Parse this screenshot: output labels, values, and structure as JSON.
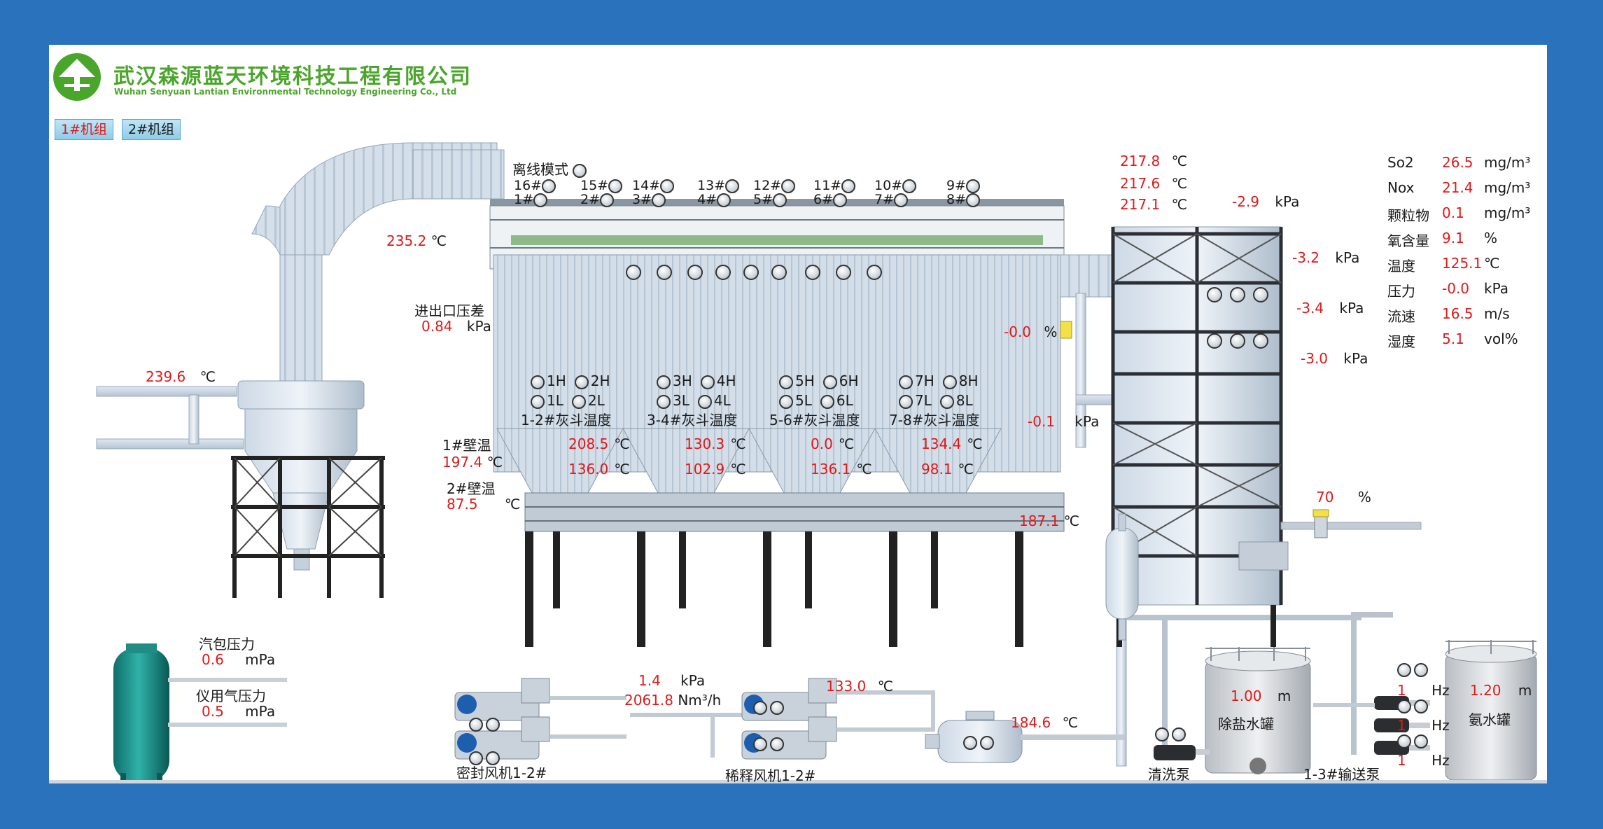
{
  "company": {
    "name_cn": "武汉森源蓝天环境科技工程有限公司",
    "name_en": "Wuhan Senyuan Lantian Environmental Technology Engineering Co., Ltd"
  },
  "units_tabs": [
    {
      "label": "1#机组",
      "active": true
    },
    {
      "label": "2#机组",
      "active": false
    }
  ],
  "offline_mode_label": "离线模式",
  "valve_row1": [
    "16#",
    "15#",
    "14#",
    "13#",
    "12#",
    "11#",
    "10#",
    "9#"
  ],
  "valve_row2": [
    "1#",
    "2#",
    "3#",
    "4#",
    "5#",
    "6#",
    "7#",
    "8#"
  ],
  "cyclone": {
    "inlet_temp": "239.6",
    "inlet_unit": "℃"
  },
  "duct": {
    "temp": "235.2",
    "temp_unit": "℃"
  },
  "pressure_diff": {
    "label": "进出口压差",
    "value": "0.84",
    "unit": "kPa"
  },
  "hoppers": [
    {
      "row1": [
        "1H",
        "2H"
      ],
      "row2": [
        "1L",
        "2L"
      ],
      "title": "1-2#灰斗温度",
      "t1": "208.5",
      "t2": "136.0"
    },
    {
      "row1": [
        "3H",
        "4H"
      ],
      "row2": [
        "3L",
        "4L"
      ],
      "title": "3-4#灰斗温度",
      "t1": "130.3",
      "t2": "102.9"
    },
    {
      "row1": [
        "5H",
        "6H"
      ],
      "row2": [
        "5L",
        "6L"
      ],
      "title": "5-6#灰斗温度",
      "t1": "0.0",
      "t2": "136.1"
    },
    {
      "row1": [
        "7H",
        "8H"
      ],
      "row2": [
        "7L",
        "8L"
      ],
      "title": "7-8#灰斗温度",
      "t1": "134.4",
      "t2": "98.1"
    }
  ],
  "wall_temp": {
    "label1": "1#壁温",
    "value1": "197.4",
    "unit1": "℃",
    "label2": "2#壁温",
    "value2": "87.5",
    "unit2": "℃"
  },
  "deg": "℃",
  "damper_pct": {
    "value": "-0.0",
    "unit": "%"
  },
  "pipe_pressure": {
    "value": "-0.1",
    "unit": "kPa"
  },
  "before_tower_temp": {
    "value": "187.1",
    "unit": "℃"
  },
  "tower": {
    "top_temps": [
      "217.8",
      "217.6",
      "217.1"
    ],
    "top_pressure": "-2.9",
    "pressures": [
      "-3.2",
      "-3.4",
      "-3.0"
    ],
    "unit_kpa": "kPa"
  },
  "valve_right": {
    "value": "70",
    "unit": "%"
  },
  "emissions": [
    {
      "label": "So2",
      "value": "26.5",
      "unit": "mg/m³"
    },
    {
      "label": "Nox",
      "value": "21.4",
      "unit": "mg/m³"
    },
    {
      "label": "颗粒物",
      "value": "0.1",
      "unit": "mg/m³"
    },
    {
      "label": "氧含量",
      "value": "9.1",
      "unit": "%"
    },
    {
      "label": "温度",
      "value": "125.1",
      "unit": "℃"
    },
    {
      "label": "压力",
      "value": "-0.0",
      "unit": "kPa"
    },
    {
      "label": "流速",
      "value": "16.5",
      "unit": "m/s"
    },
    {
      "label": "湿度",
      "value": "5.1",
      "unit": "vol%"
    }
  ],
  "drum": {
    "label1": "汽包压力",
    "value1": "0.6",
    "unit1": "mPa",
    "label2": "仪用气压力",
    "value2": "0.5",
    "unit2": "mPa"
  },
  "seal_fan": {
    "label": "密封风机1-2#"
  },
  "dilution_fan": {
    "label": "稀释风机1-2#",
    "pressure": "1.4",
    "pressure_unit": "kPa",
    "flow": "2061.8",
    "flow_unit": "Nm³/h",
    "temp": "133.0",
    "temp_unit": "℃"
  },
  "heater": {
    "temp": "184.6",
    "unit": "℃"
  },
  "wash_pump": {
    "label": "清洗泵"
  },
  "demin_tank": {
    "label": "除盐水罐",
    "level": "1.00",
    "unit": "m"
  },
  "transfer_pumps": {
    "label": "1-3#输送泵",
    "hz": [
      "1",
      "1",
      "1"
    ],
    "unit": "Hz"
  },
  "ammonia_tank": {
    "label": "氨水罐",
    "level": "1.20",
    "unit": "m"
  },
  "colors": {
    "frame": "#2a72bb",
    "value": "#e01818",
    "logo": "#4aa52b",
    "tab": "#8fcbe8"
  }
}
